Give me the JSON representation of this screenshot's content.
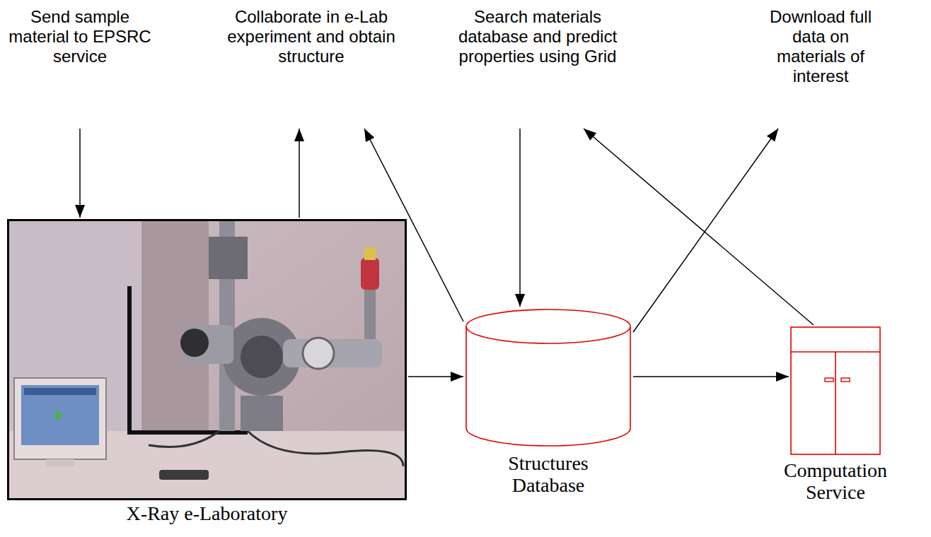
{
  "diagram": {
    "nodes": [
      {
        "text": [
          "Send sample material to EPSRC service"
        ]
      },
      {
        "text": [
          "Collaborate in e-Lab experiment and obtain structure"
        ]
      },
      {
        "text": [
          "Search materials database and predict properties using Grid"
        ]
      },
      {
        "text": [
          "Download full data on materials of interest"
        ]
      },
      {
        "text": [
          "X-Ray e-Laboratory"
        ]
      },
      {
        "text": [
          "Structures Database"
        ]
      },
      {
        "text": [
          "Computation Service"
        ]
      }
    ],
    "edges": [
      {
        "from": 0,
        "to": 4,
        "arrow": "to"
      },
      {
        "from": 4,
        "to": 1,
        "arrow": "to"
      },
      {
        "from": 5,
        "to": 1,
        "arrow": "to"
      },
      {
        "from": 2,
        "to": 5,
        "arrow": "to"
      },
      {
        "from": 5,
        "to": 3,
        "arrow": "to"
      },
      {
        "from": 6,
        "to": 2,
        "arrow": "to"
      },
      {
        "from": 4,
        "to": 5,
        "arrow": "to"
      },
      {
        "from": 5,
        "to": 6,
        "arrow": "to"
      }
    ]
  }
}
